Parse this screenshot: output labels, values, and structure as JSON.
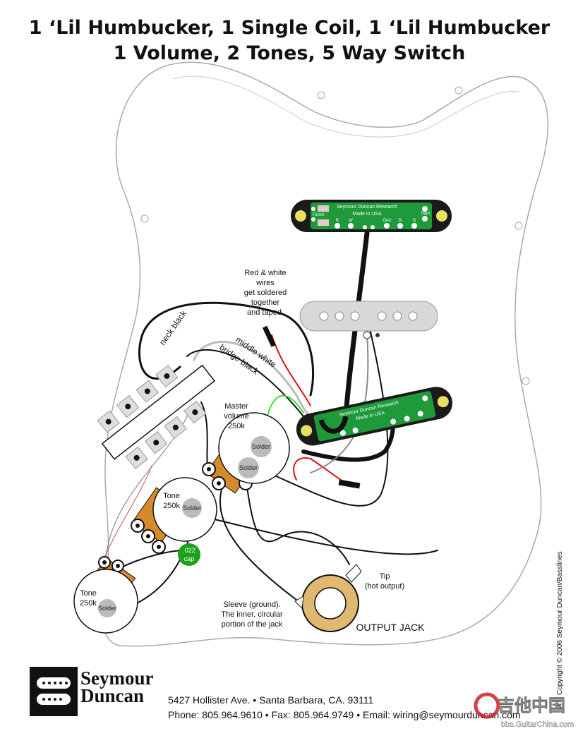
{
  "title": {
    "line1": "1 ‘Lil Humbucker, 1 Single Coil, 1 ‘Lil Humbucker",
    "line2": "1 Volume, 2 Tones, 5 Way Switch"
  },
  "pickups": {
    "board_brand": "Seymour Duncan Research",
    "board_origin": "Made in USA",
    "pads": [
      "Finish",
      "Start",
      "R",
      "W",
      "Gnd",
      "B",
      "G"
    ]
  },
  "annotations": {
    "red_white": [
      "Red & white",
      "wires",
      "get soldered",
      "together",
      "and taped."
    ],
    "neck_black": "neck black",
    "middle_white": "middle white",
    "bridge_black": "bridge black",
    "master_volume": [
      "Master",
      "volume",
      "250k"
    ],
    "tone1": [
      "Tone",
      "250k"
    ],
    "tone2": [
      "Tone",
      "250k"
    ],
    "solder": "Solder",
    "cap": [
      ".022",
      "cap"
    ],
    "tip": [
      "Tip",
      "(hot output)"
    ],
    "sleeve": [
      "Sleeve (ground).",
      "The inner, circular",
      "portion of the jack"
    ],
    "output_jack": "OUTPUT JACK"
  },
  "footer": {
    "brand_line1": "Seymour",
    "brand_line2": "Duncan",
    "address": "5427 Hollister Ave. • Santa Barbara, CA. 93111",
    "contact": "Phone: 805.964.9610 • Fax: 805.964.9749 • Email: wiring@seymourduncan.com",
    "copyright": "Copyright © 2006 Seymour Duncan/Basslines",
    "watermark_cn": "吉他中国",
    "watermark_url": "bbs.GuitarChina.com"
  },
  "colors": {
    "pickup_board": "#1f9a3a",
    "pickup_body": "#1a1a1a",
    "pot_lug": "#d68b2a",
    "green_wire": "#33dd33",
    "red_wire": "#dd1111",
    "cap": "#1aa31a",
    "jack_ring": "#e0b870"
  }
}
